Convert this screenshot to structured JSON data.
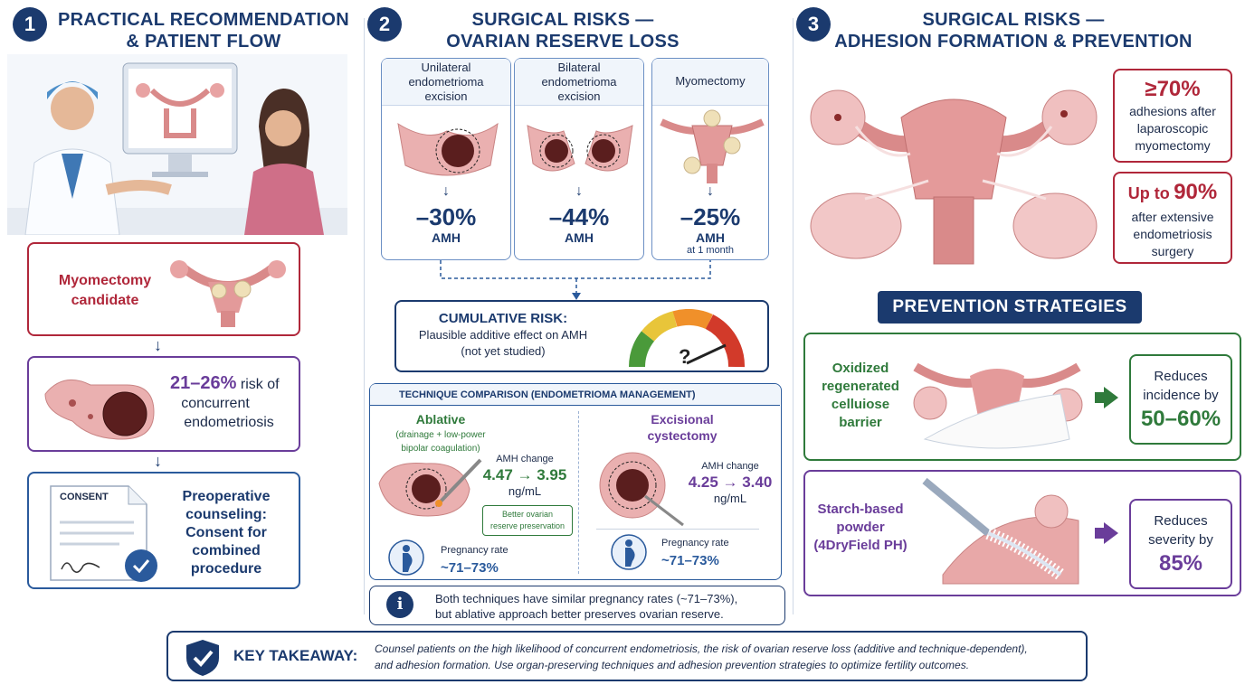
{
  "section1": {
    "number": "1",
    "title_line1": "PRACTICAL RECOMMENDATION",
    "title_line2": "& PATIENT FLOW",
    "step1_label_line1": "Myomectomy",
    "step1_label_line2": "candidate",
    "step2_pct": "21–26%",
    "step2_text_a": "risk of",
    "step2_text_b": "concurrent",
    "step2_text_c": "endometriosis",
    "step3_doc_label": "CONSENT",
    "step3_line1": "Preoperative",
    "step3_line2": "counseling:",
    "step3_line3": "Consent for",
    "step3_line4": "combined",
    "step3_line5": "procedure"
  },
  "section2": {
    "number": "2",
    "title_line1": "SURGICAL RISKS —",
    "title_line2": "OVARIAN RESERVE LOSS",
    "cards": [
      {
        "title_line1": "Unilateral",
        "title_line2": "endometrioma",
        "title_line3": "excision",
        "value": "–30%",
        "unit": "AMH",
        "note": ""
      },
      {
        "title_line1": "Bilateral",
        "title_line2": "endometrioma",
        "title_line3": "excision",
        "value": "–44%",
        "unit": "AMH",
        "note": ""
      },
      {
        "title_line1": "Myomectomy",
        "title_line2": "",
        "title_line3": "",
        "value": "–25%",
        "unit": "AMH",
        "note": "at 1 month"
      }
    ],
    "cumulative_title": "CUMULATIVE RISK:",
    "cumulative_line1": "Plausible additive effect on AMH",
    "cumulative_line2": "(not yet studied)",
    "gauge_mark": "?",
    "technique_header": "TECHNIQUE COMPARISON (ENDOMETRIOMA MANAGEMENT)",
    "ablative": {
      "title": "Ablative",
      "sub1": "(drainage + low-power",
      "sub2": "bipolar coagulation)",
      "amh_label": "AMH change",
      "amh_value": "4.47 → 3.95",
      "amh_unit": "ng/mL",
      "badge1": "Better ovarian",
      "badge2": "reserve preservation",
      "preg_label": "Pregnancy rate",
      "preg_value": "~71–73%"
    },
    "excisional": {
      "title1": "Excisional",
      "title2": "cystectomy",
      "amh_label": "AMH change",
      "amh_value": "4.25 → 3.40",
      "amh_unit": "ng/mL",
      "preg_label": "Pregnancy rate",
      "preg_value": "~71–73%"
    },
    "info_icon": "i",
    "info_line1": "Both techniques have similar pregnancy rates (~71–73%),",
    "info_line2": "but ablative approach better preserves ovarian reserve."
  },
  "section3": {
    "number": "3",
    "title_line1": "SURGICAL RISKS —",
    "title_line2": "ADHESION FORMATION & PREVENTION",
    "stat1_value": "≥70%",
    "stat1_l1": "adhesions after",
    "stat1_l2": "laparoscopic",
    "stat1_l3": "myomectomy",
    "stat2_prefix": "Up to",
    "stat2_value": "90%",
    "stat2_l1": "after extensive",
    "stat2_l2": "endometriosis",
    "stat2_l3": "surgery",
    "prevention_title": "PREVENTION STRATEGIES",
    "prev1_l1": "Oxidized",
    "prev1_l2": "regenerated",
    "prev1_l3": "celluiose",
    "prev1_l4": "barrier",
    "prev1_res_l1": "Reduces",
    "prev1_res_l2": "incidence by",
    "prev1_res_value": "50–60%",
    "prev2_l1": "Starch-based",
    "prev2_l2": "powder",
    "prev2_l3": "(4DryField PH)",
    "prev2_res_l1": "Reduces",
    "prev2_res_l2": "severity by",
    "prev2_res_value": "85%"
  },
  "takeaway": {
    "label": "KEY TAKEAWAY:",
    "line1": "Counsel patients on the high likelihood of concurrent endometriosis, the risk of ovarian reserve loss (additive and technique-dependent),",
    "line2": "and adhesion formation. Use organ-preserving techniques and adhesion prevention strategies to optimize fertility outcomes."
  },
  "colors": {
    "navy": "#1b3a6e",
    "crimson": "#b0273a",
    "purple": "#6a3d9a",
    "green": "#2f7a3b",
    "blue": "#2a5a9c"
  }
}
